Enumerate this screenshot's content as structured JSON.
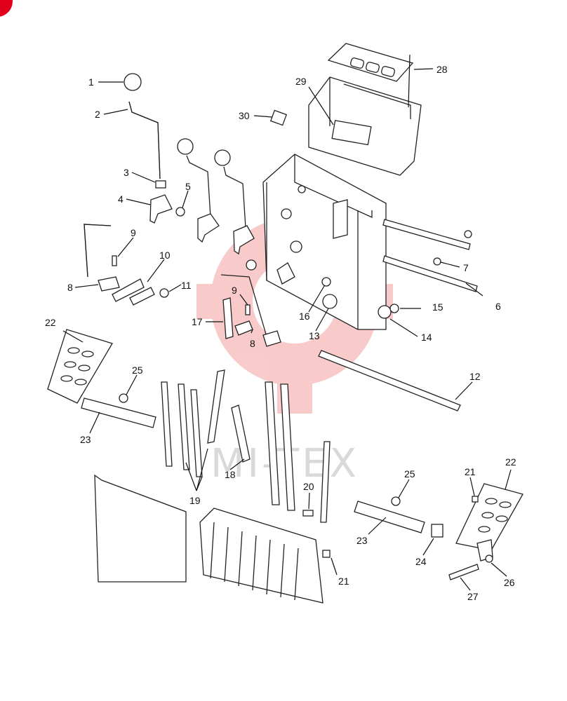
{
  "watermark": {
    "text": "MI-TEX",
    "gear_color": "#f6b7b7",
    "text_color": "#d9d9d9"
  },
  "corner_mark_color": "#e0001b",
  "callouts": [
    {
      "id": "c1",
      "text": "1"
    },
    {
      "id": "c2",
      "text": "2"
    },
    {
      "id": "c3",
      "text": "3"
    },
    {
      "id": "c4",
      "text": "4"
    },
    {
      "id": "c5",
      "text": "5"
    },
    {
      "id": "c6",
      "text": "6"
    },
    {
      "id": "c7",
      "text": "7"
    },
    {
      "id": "c8a",
      "text": "8"
    },
    {
      "id": "c8b",
      "text": "8"
    },
    {
      "id": "c9a",
      "text": "9"
    },
    {
      "id": "c9b",
      "text": "9"
    },
    {
      "id": "c10",
      "text": "10"
    },
    {
      "id": "c11",
      "text": "11"
    },
    {
      "id": "c12",
      "text": "12"
    },
    {
      "id": "c13",
      "text": "13"
    },
    {
      "id": "c14",
      "text": "14"
    },
    {
      "id": "c15",
      "text": "15"
    },
    {
      "id": "c16",
      "text": "16"
    },
    {
      "id": "c17",
      "text": "17"
    },
    {
      "id": "c18",
      "text": "18"
    },
    {
      "id": "c19",
      "text": "19"
    },
    {
      "id": "c20",
      "text": "20"
    },
    {
      "id": "c21a",
      "text": "21"
    },
    {
      "id": "c21b",
      "text": "21"
    },
    {
      "id": "c22a",
      "text": "22"
    },
    {
      "id": "c22b",
      "text": "22"
    },
    {
      "id": "c23a",
      "text": "23"
    },
    {
      "id": "c23b",
      "text": "23"
    },
    {
      "id": "c24",
      "text": "24"
    },
    {
      "id": "c25a",
      "text": "25"
    },
    {
      "id": "c25b",
      "text": "25"
    },
    {
      "id": "c26",
      "text": "26"
    },
    {
      "id": "c27",
      "text": "27"
    },
    {
      "id": "c28",
      "text": "28"
    },
    {
      "id": "c29",
      "text": "29"
    },
    {
      "id": "c30",
      "text": "30"
    }
  ]
}
